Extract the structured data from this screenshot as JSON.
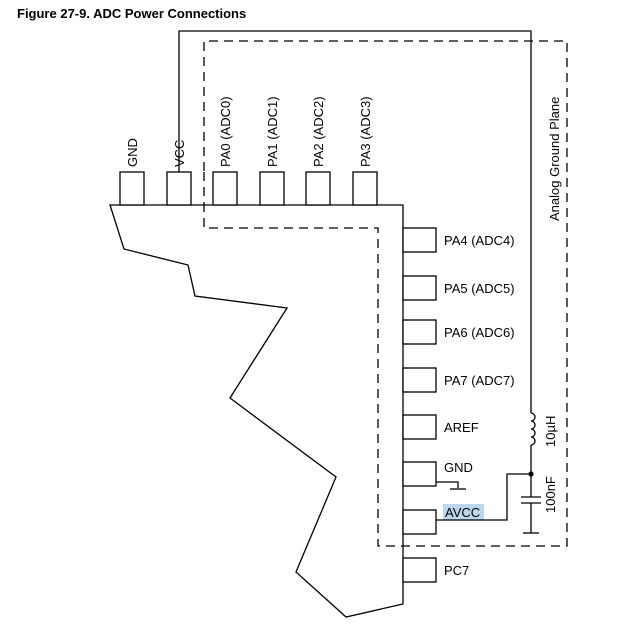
{
  "figure": {
    "title": "Figure 27-9.  ADC Power Connections"
  },
  "top_pins": [
    {
      "id": "gnd",
      "label": "GND"
    },
    {
      "id": "vcc",
      "label": "VCC"
    },
    {
      "id": "pa0",
      "label": "PA0 (ADC0)"
    },
    {
      "id": "pa1",
      "label": "PA1 (ADC1)"
    },
    {
      "id": "pa2",
      "label": "PA2 (ADC2)"
    },
    {
      "id": "pa3",
      "label": "PA3 (ADC3)"
    }
  ],
  "right_pins": [
    {
      "id": "pa4",
      "label": "PA4 (ADC4)"
    },
    {
      "id": "pa5",
      "label": "PA5 (ADC5)"
    },
    {
      "id": "pa6",
      "label": "PA6 (ADC6)"
    },
    {
      "id": "pa7",
      "label": "PA7 (ADC7)"
    },
    {
      "id": "aref",
      "label": "AREF"
    },
    {
      "id": "gnd2",
      "label": "GND"
    },
    {
      "id": "avcc",
      "label": "AVCC",
      "highlighted": true,
      "highlight_color": "#bcd6ee"
    },
    {
      "id": "pc7",
      "label": "PC7"
    }
  ],
  "ground_plane": {
    "label": "Analog Ground Plane"
  },
  "components": {
    "inductor": {
      "label": "10µH"
    },
    "capacitor": {
      "label": "100nF"
    }
  }
}
